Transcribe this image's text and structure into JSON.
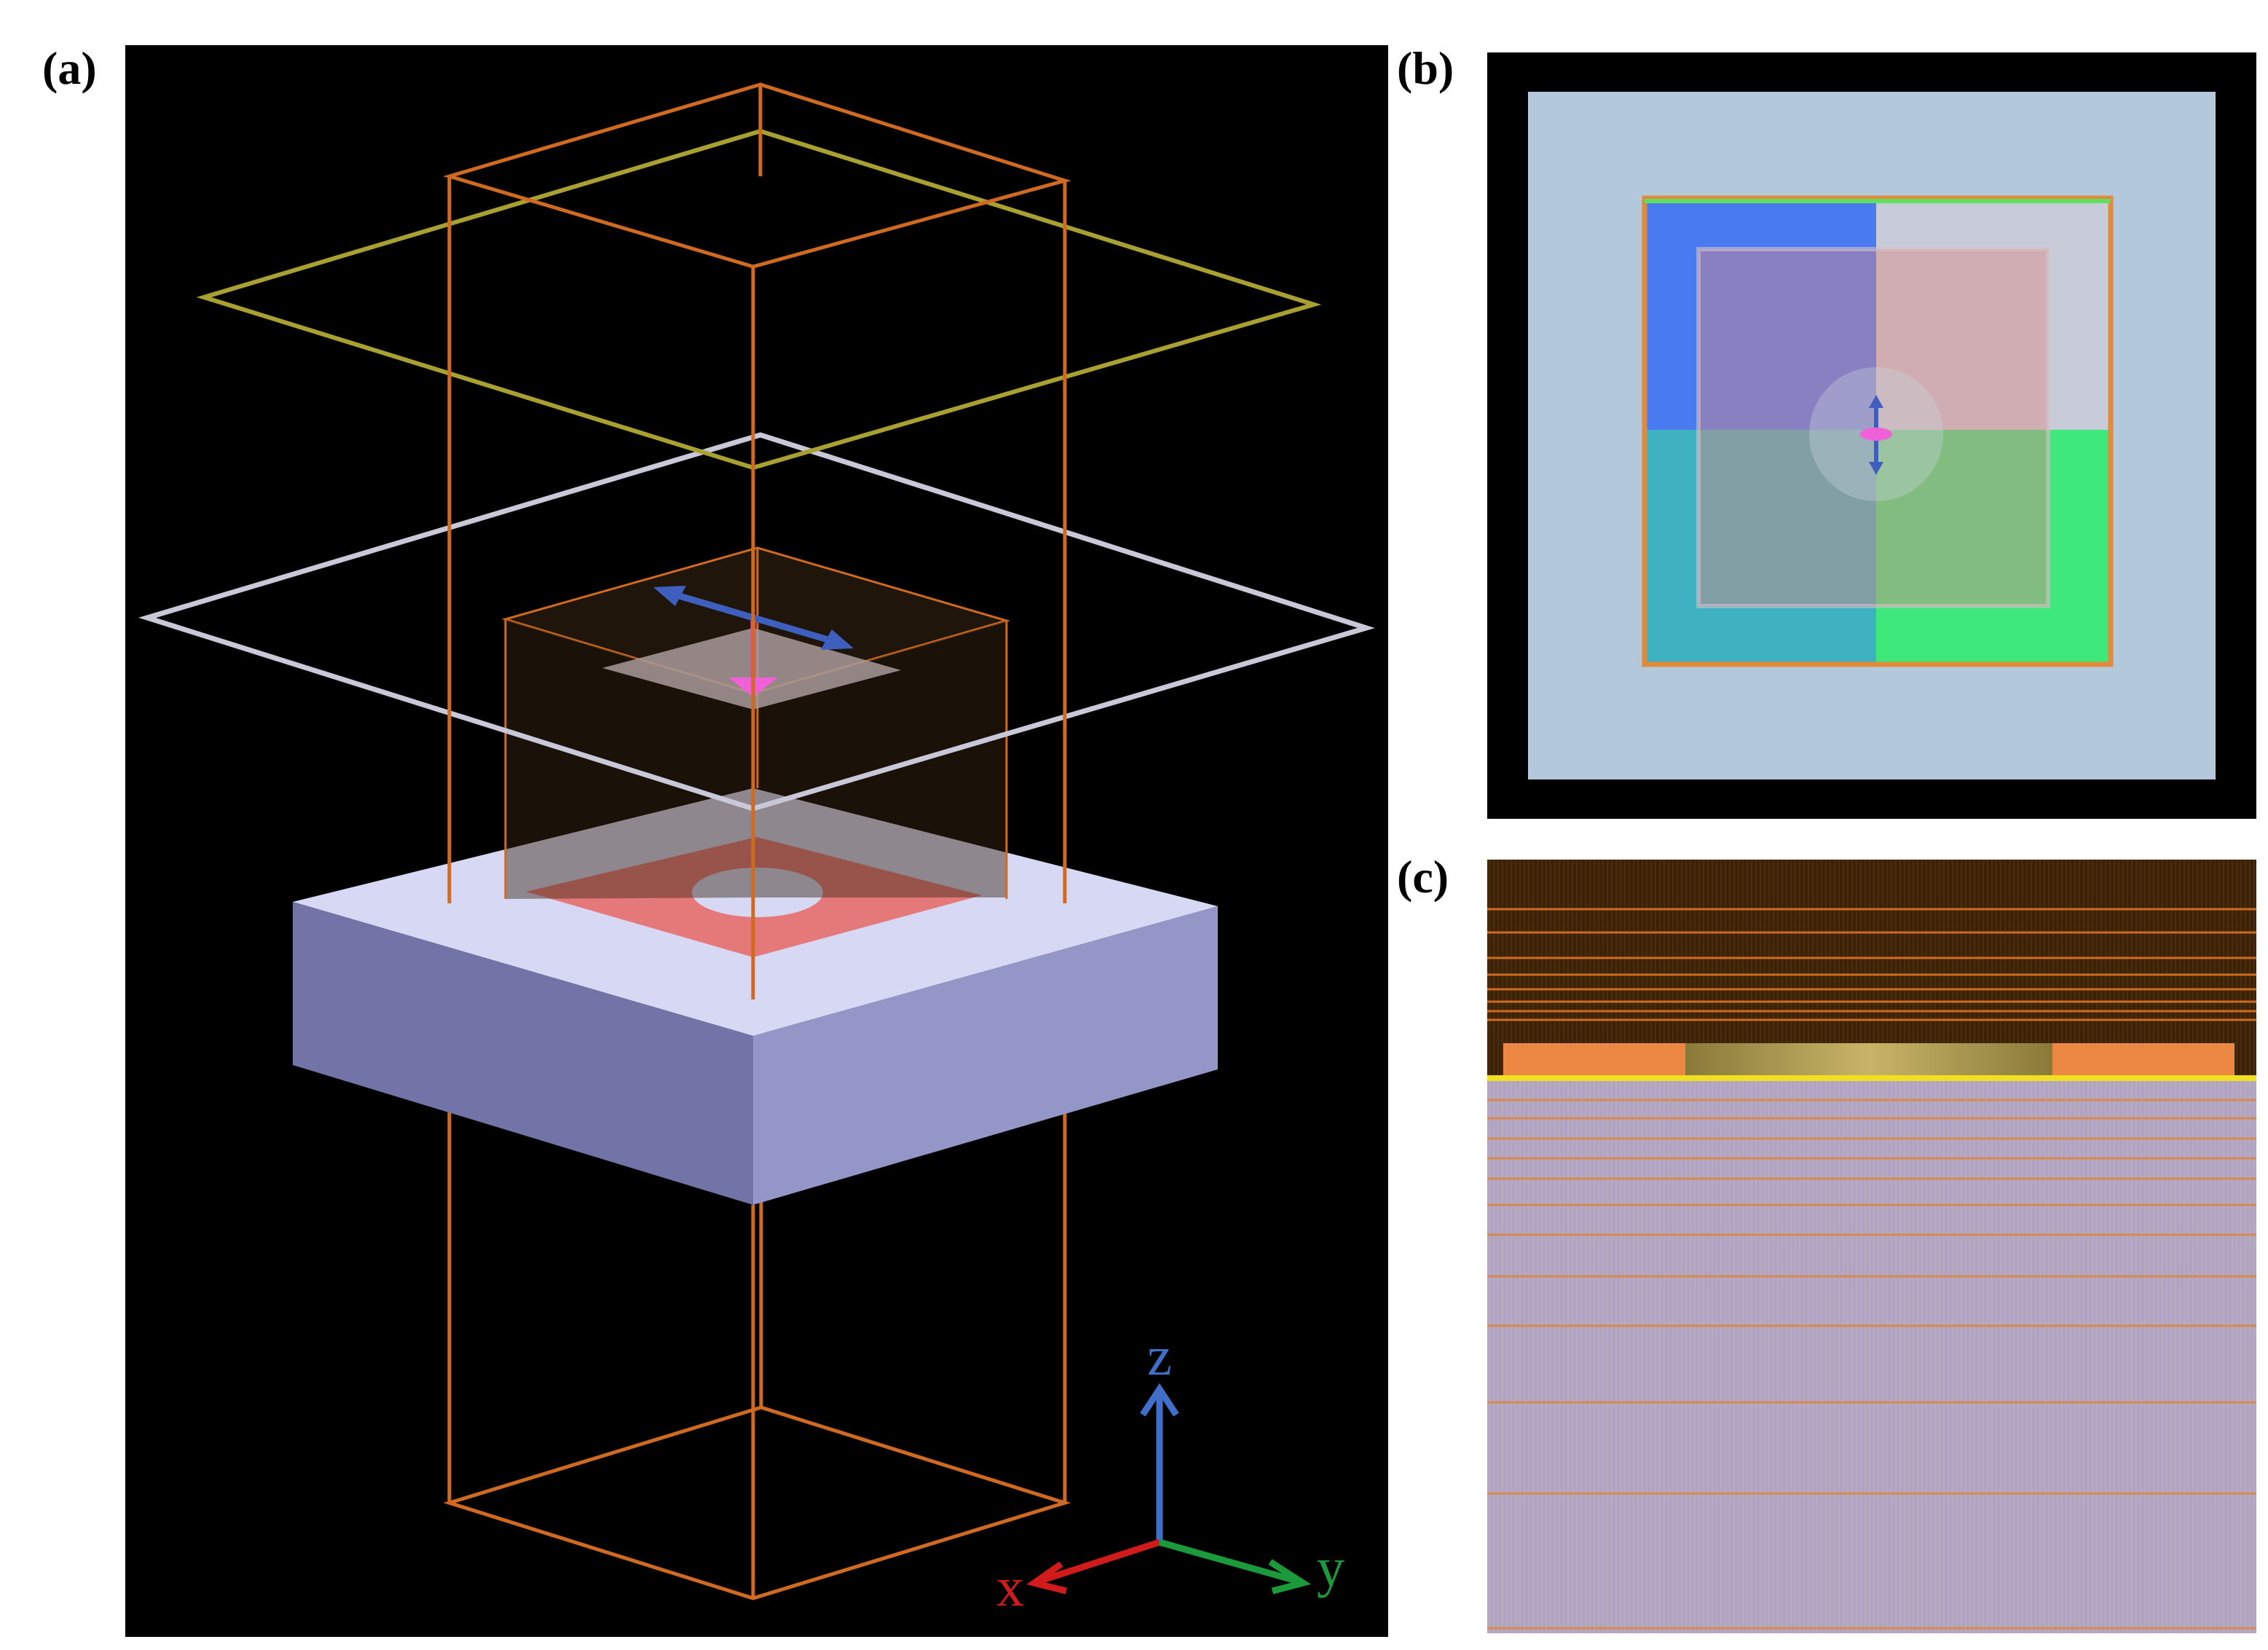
{
  "figure": {
    "panels": [
      {
        "id": "a",
        "label": "(a)"
      },
      {
        "id": "b",
        "label": "(b)"
      },
      {
        "id": "c",
        "label": "(c)"
      }
    ],
    "axes_triad": {
      "x": {
        "label": "x",
        "color": "#d11a1a"
      },
      "y": {
        "label": "y",
        "color": "#1a9a3a"
      },
      "z": {
        "label": "z",
        "color": "#3f6fc8"
      }
    },
    "colors": {
      "background_dark": "#000000",
      "frame_orange": "#d06a20",
      "monitor_yellow": "#a8a030",
      "monitor_white": "#c8c8d8",
      "substrate_top": "#d6d8f4",
      "substrate_side_dark": "#7274a8",
      "substrate_side_light": "#9496c8",
      "metal_red": "#e57878",
      "panel_b_background": "#b4c8dc",
      "panel_c_substrate": "#b0a4c4"
    }
  }
}
